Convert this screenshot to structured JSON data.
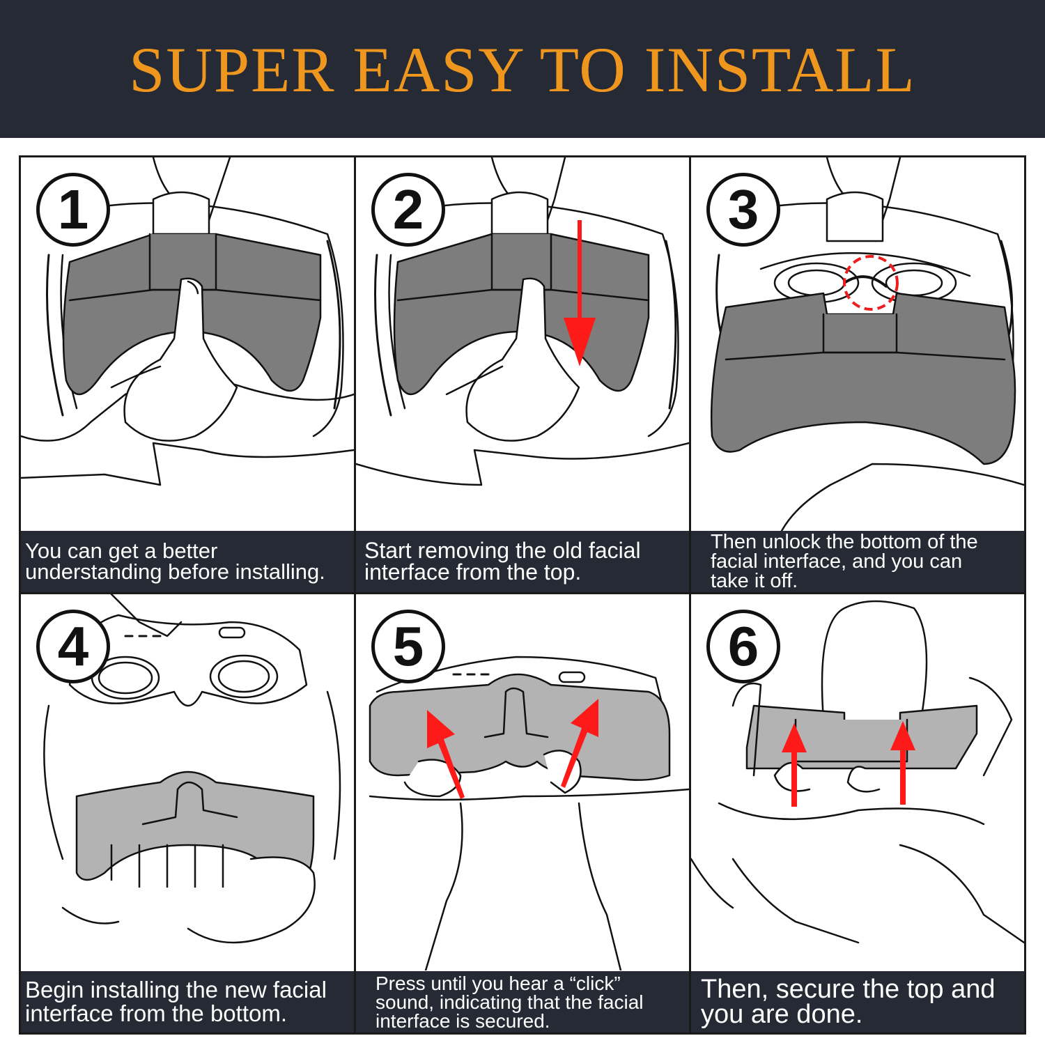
{
  "banner": {
    "title": "SUPER EASY TO INSTALL"
  },
  "colors": {
    "banner_bg": "#252a35",
    "title_orange": "#ef961f",
    "pad_gray": "#7d7d7d",
    "pad_light_gray": "#b3b3b3",
    "arrow_red": "#ff1a1a",
    "caption_text": "#ffffff"
  },
  "steps": [
    {
      "number": "1",
      "lines": [
        "You can get a better",
        "understanding before installing."
      ],
      "icon": "vr-headset-hands-illustration"
    },
    {
      "number": "2",
      "lines": [
        "Start removing the old facial",
        "interface from the top."
      ],
      "icon": "vr-headset-pull-down-illustration"
    },
    {
      "number": "3",
      "lines": [
        "Then unlock the bottom of the",
        "facial interface, and you can",
        "take it off."
      ],
      "icon": "vr-headset-unlock-illustration"
    },
    {
      "number": "4",
      "lines": [
        "Begin installing the new facial",
        "interface from the bottom."
      ],
      "icon": "vr-headset-install-illustration"
    },
    {
      "number": "5",
      "lines": [
        "Press until you hear a “click”",
        "sound, indicating that the facial",
        "interface is secured."
      ],
      "icon": "vr-headset-press-illustration"
    },
    {
      "number": "6",
      "lines": [
        "Then, secure the top and",
        "you are done."
      ],
      "icon": "vr-headset-secure-illustration"
    }
  ]
}
